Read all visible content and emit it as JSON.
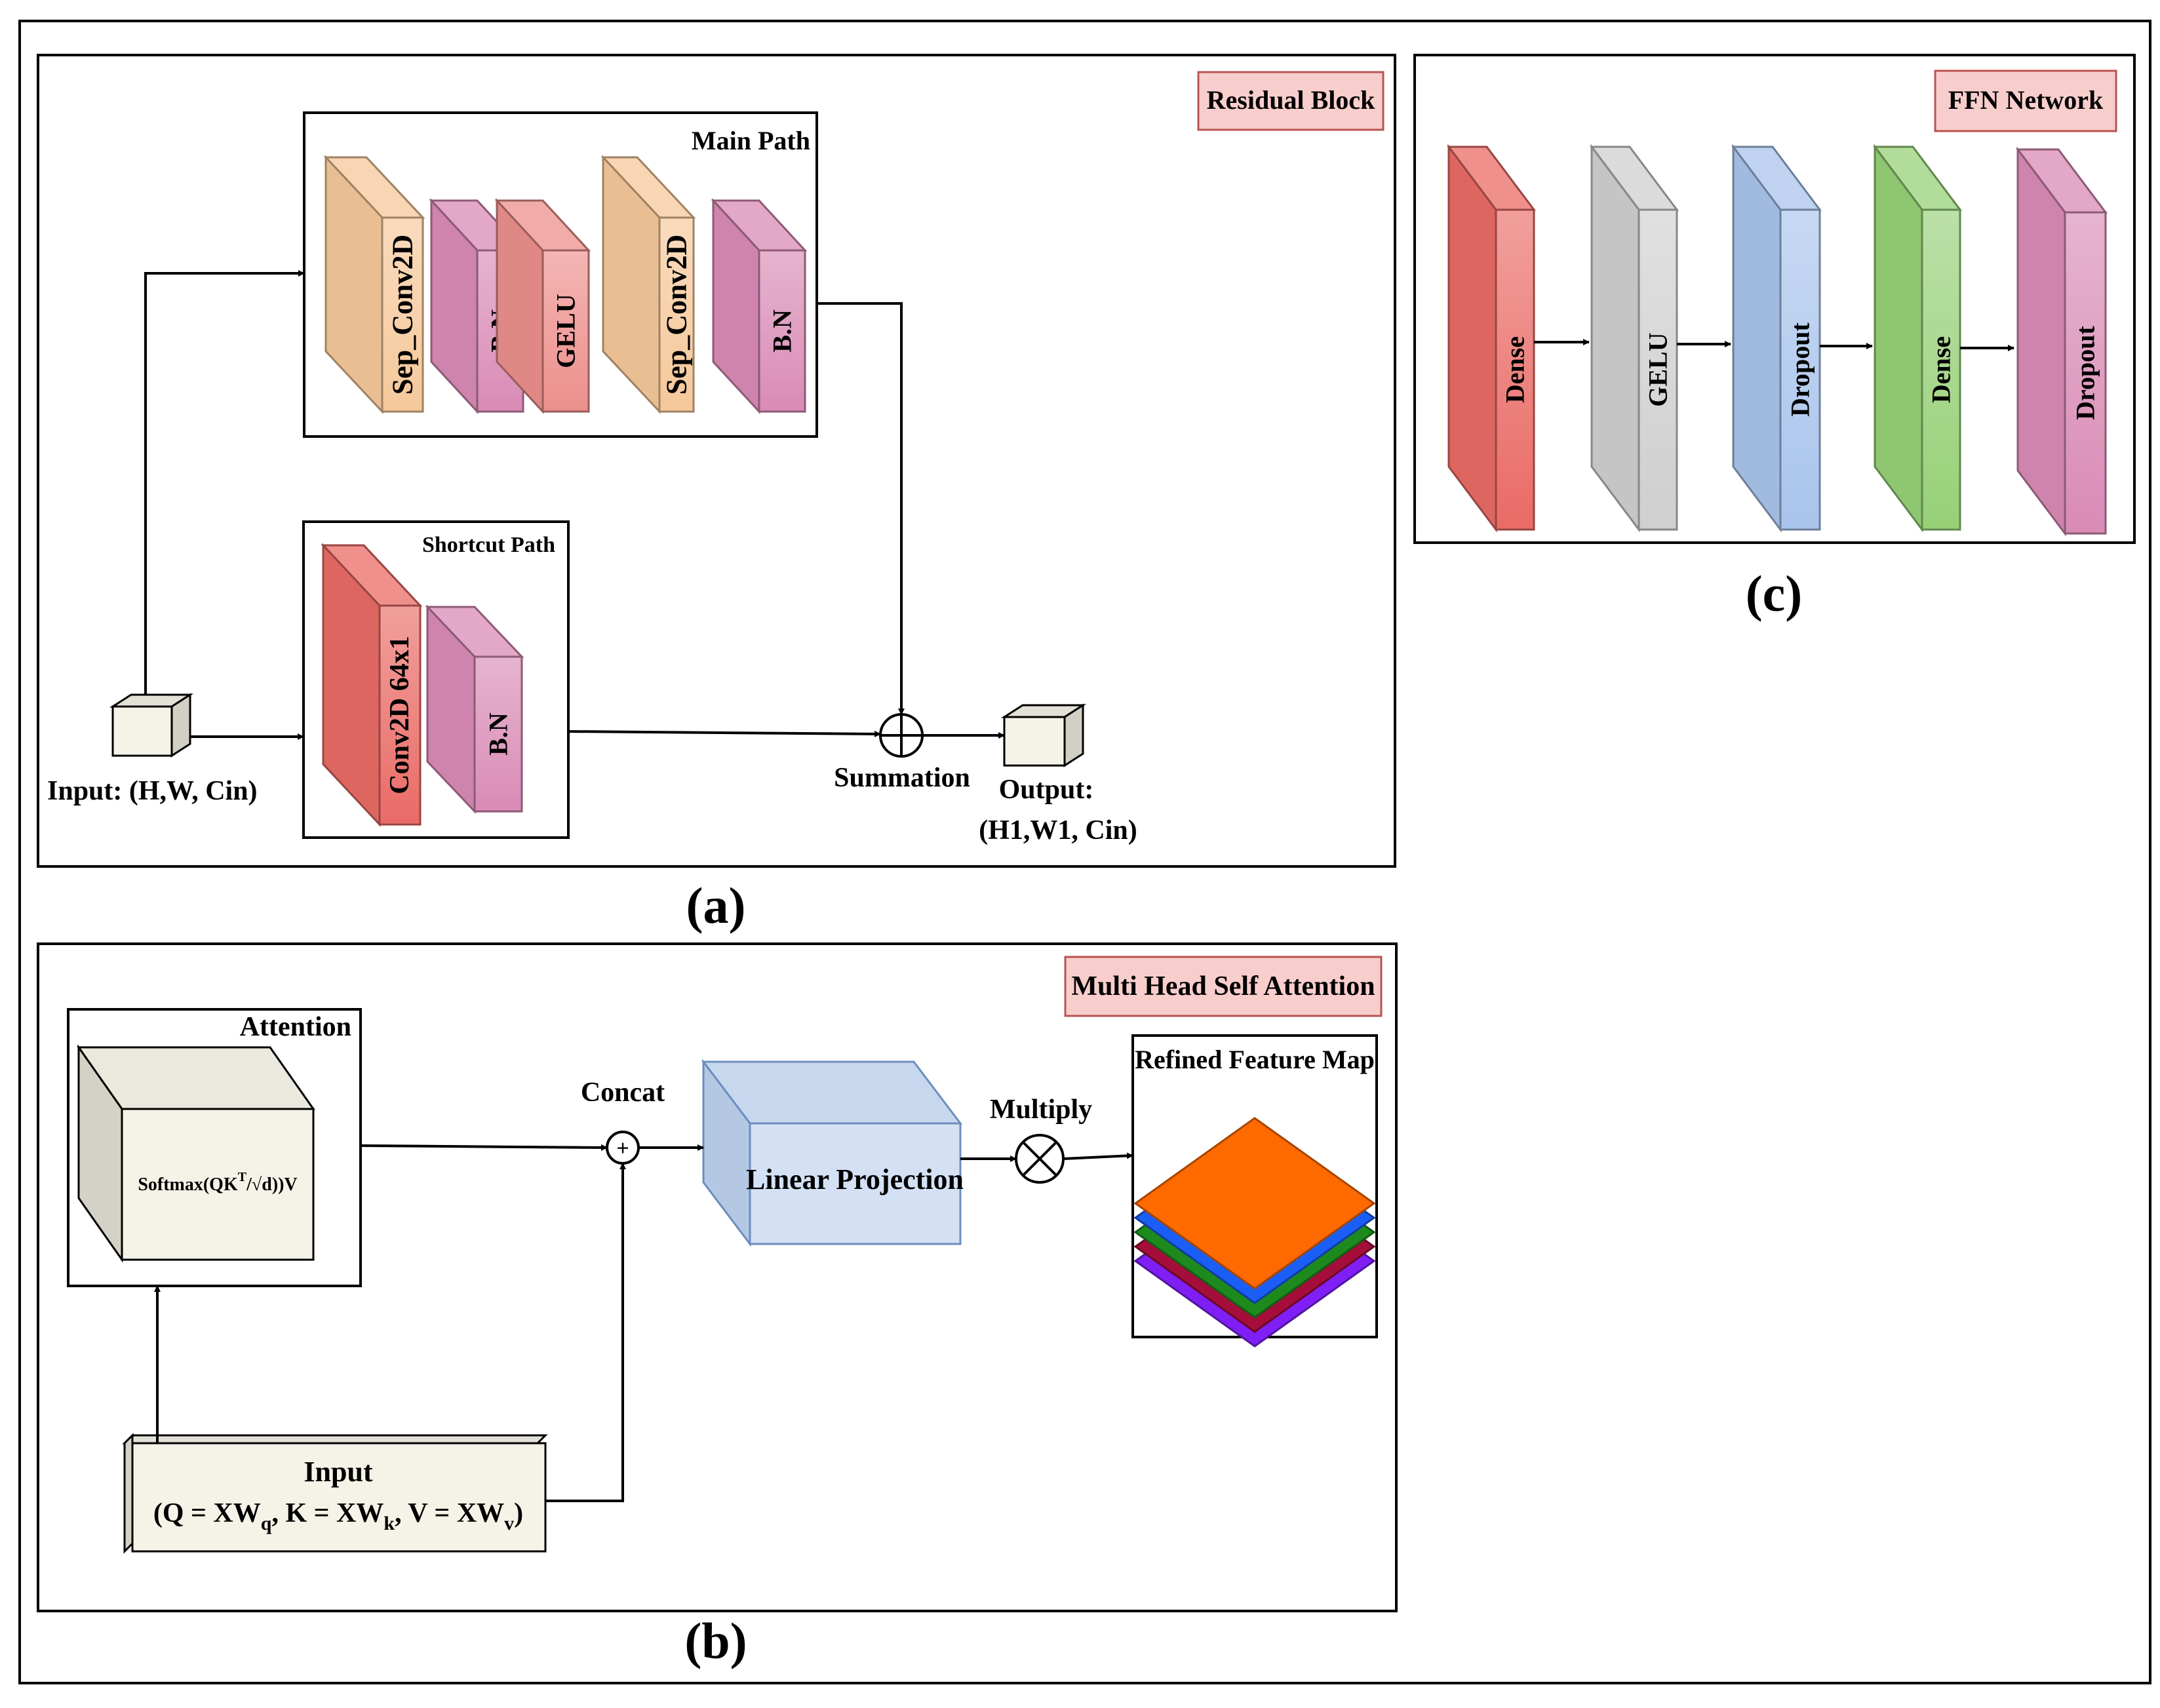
{
  "colors": {
    "background": "#ffffff",
    "stroke": "#000000",
    "title_tag_fill": "#f8cecc",
    "title_tag_stroke": "#b85450",
    "sep_conv": "#f5c89a",
    "batch_norm": "#d98bb5",
    "gelu_residual": "#ec8f8c",
    "conv2d": "#ea6b66",
    "dense_red": "#ea6b66",
    "gelu_gray": "#cfcfcf",
    "dropout_blue": "#a9c4ec",
    "dense_green": "#97d077",
    "dropout_purple": "#d98bb5",
    "tensor_fill": "#f5f3e8",
    "linear_proj": "#d4e1f5",
    "map_layers": [
      "#7f1ff5",
      "#a50e3a",
      "#1e8a1e",
      "#1a5ef5",
      "#ff6a00"
    ]
  },
  "panel_a": {
    "caption": "(a)",
    "title": "Residual Block",
    "main_path": {
      "label": "Main Path",
      "blocks": [
        "Sep_Conv2D",
        "B.N",
        "GELU",
        "Sep_Conv2D",
        "B.N"
      ]
    },
    "shortcut_path": {
      "label": "Shortcut Path",
      "blocks": [
        "Conv2D 64x1",
        "B.N"
      ]
    },
    "input_label": "Input: (H,W, Cin)",
    "summation_label": "Summation",
    "output_label_line1": "Output:",
    "output_label_line2": "(H1,W1, Cin)"
  },
  "panel_b": {
    "caption": "(b)",
    "title": "Multi Head Self Attention",
    "attention": {
      "label": "Attention",
      "formula_prefix": "Softmax(QK",
      "formula_sup": "T",
      "formula_suffix": "/√d))V"
    },
    "input": {
      "title": "Input",
      "open": "(Q = XW",
      "sub_q": "q",
      "mid1": ", K = XW",
      "sub_k": "k",
      "mid2": ", V = XW",
      "sub_v": "v",
      "close": ")"
    },
    "concat_label": "Concat",
    "concat_symbol": "+",
    "linear_projection_label": "Linear Projection",
    "multiply_label": "Multiply",
    "refined_label": "Refined Feature Map"
  },
  "panel_c": {
    "caption": "(c)",
    "title": "FFN Network",
    "blocks": [
      "Dense",
      "GELU",
      "Dropout",
      "Dense",
      "Dropout"
    ]
  }
}
